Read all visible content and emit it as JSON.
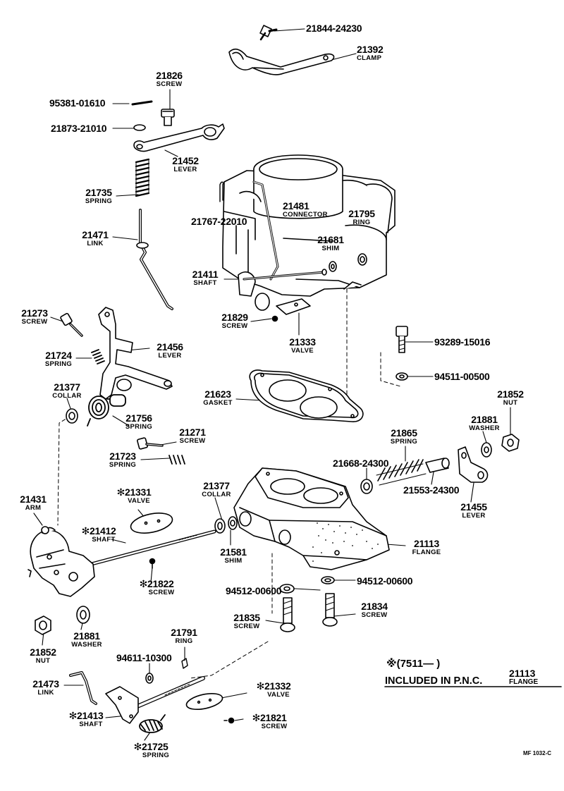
{
  "parts": [
    {
      "id": "p01",
      "number": "21844-24230",
      "name": ""
    },
    {
      "id": "p02",
      "number": "21392",
      "name": "CLAMP"
    },
    {
      "id": "p03",
      "number": "21826",
      "name": "SCREW"
    },
    {
      "id": "p04",
      "number": "95381-01610",
      "name": ""
    },
    {
      "id": "p05",
      "number": "21873-21010",
      "name": ""
    },
    {
      "id": "p06",
      "number": "21452",
      "name": "LEVER"
    },
    {
      "id": "p07",
      "number": "21735",
      "name": "SPRING"
    },
    {
      "id": "p08",
      "number": "21471",
      "name": "LINK"
    },
    {
      "id": "p09",
      "number": "21481",
      "name": "CONNECTOR"
    },
    {
      "id": "p10",
      "number": "21795",
      "name": "RING"
    },
    {
      "id": "p11",
      "number": "21767-22010",
      "name": ""
    },
    {
      "id": "p12",
      "number": "21681",
      "name": "SHIM"
    },
    {
      "id": "p13",
      "number": "21411",
      "name": "SHAFT"
    },
    {
      "id": "p14",
      "number": "21829",
      "name": "SCREW"
    },
    {
      "id": "p15",
      "number": "21333",
      "name": "VALVE"
    },
    {
      "id": "p16",
      "number": "21273",
      "name": "SCREW"
    },
    {
      "id": "p17",
      "number": "21456",
      "name": "LEVER"
    },
    {
      "id": "p18",
      "number": "93289-15016",
      "name": ""
    },
    {
      "id": "p19",
      "number": "21724",
      "name": "SPRING"
    },
    {
      "id": "p20",
      "number": "94511-00500",
      "name": ""
    },
    {
      "id": "p21",
      "number": "21377",
      "name": "COLLAR"
    },
    {
      "id": "p22",
      "number": "21623",
      "name": "GASKET"
    },
    {
      "id": "p23",
      "number": "21852",
      "name": "NUT"
    },
    {
      "id": "p24",
      "number": "21756",
      "name": "SPRING"
    },
    {
      "id": "p25",
      "number": "21881",
      "name": "WASHER"
    },
    {
      "id": "p26",
      "number": "21865",
      "name": "SPRING"
    },
    {
      "id": "p27",
      "number": "21271",
      "name": "SCREW"
    },
    {
      "id": "p28",
      "number": "21723",
      "name": "SPRING"
    },
    {
      "id": "p29",
      "number": "21668-24300",
      "name": ""
    },
    {
      "id": "p30",
      "number": "21377",
      "name": "COLLAR"
    },
    {
      "id": "p31",
      "number": "21553-24300",
      "name": ""
    },
    {
      "id": "p32",
      "number": "21455",
      "name": "LEVER"
    },
    {
      "id": "p33",
      "number": "21431",
      "name": "ARM"
    },
    {
      "id": "p34",
      "number": "21331",
      "name": "VALVE"
    },
    {
      "id": "p35",
      "number": "21412",
      "name": "SHAFT"
    },
    {
      "id": "p36",
      "number": "21113",
      "name": "FLANGE"
    },
    {
      "id": "p37",
      "number": "21581",
      "name": "SHIM"
    },
    {
      "id": "p38",
      "number": "21822",
      "name": "SCREW"
    },
    {
      "id": "p39",
      "number": "94512-00600",
      "name": ""
    },
    {
      "id": "p40",
      "number": "94512-00600",
      "name": ""
    },
    {
      "id": "p41",
      "number": "21834",
      "name": "SCREW"
    },
    {
      "id": "p42",
      "number": "21835",
      "name": "SCREW"
    },
    {
      "id": "p43",
      "number": "21852",
      "name": "NUT"
    },
    {
      "id": "p44",
      "number": "21881",
      "name": "WASHER"
    },
    {
      "id": "p45",
      "number": "21791",
      "name": "RING"
    },
    {
      "id": "p46",
      "number": "94611-10300",
      "name": ""
    },
    {
      "id": "p47",
      "number": "21473",
      "name": "LINK"
    },
    {
      "id": "p48",
      "number": "21332",
      "name": "VALVE"
    },
    {
      "id": "p49",
      "number": "21413",
      "name": "SHAFT"
    },
    {
      "id": "p50",
      "number": "21821",
      "name": "SCREW"
    },
    {
      "id": "p51",
      "number": "21725",
      "name": "SPRING"
    }
  ],
  "note": {
    "line1": "※(7511—        )",
    "line2": "INCLUDED IN P.N.C.",
    "ref_number": "21113",
    "ref_name": "FLANGE"
  },
  "drawing_code": "MF 1032-C"
}
